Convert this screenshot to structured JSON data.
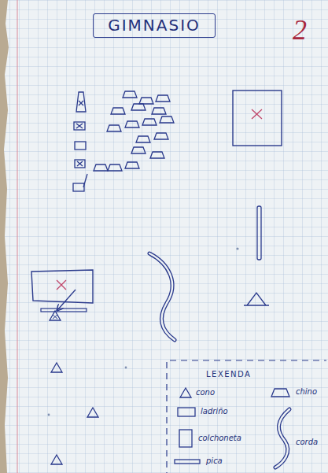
{
  "diagram": {
    "title": "GIMNASIO",
    "labels": [
      "2",
      "LEXENDA"
    ],
    "legend": [
      {
        "text": "cono"
      },
      {
        "text": "chino"
      },
      {
        "text": "ladriño"
      },
      {
        "text": "colchoneta"
      },
      {
        "text": "pica"
      },
      {
        "text": "corda"
      }
    ]
  }
}
